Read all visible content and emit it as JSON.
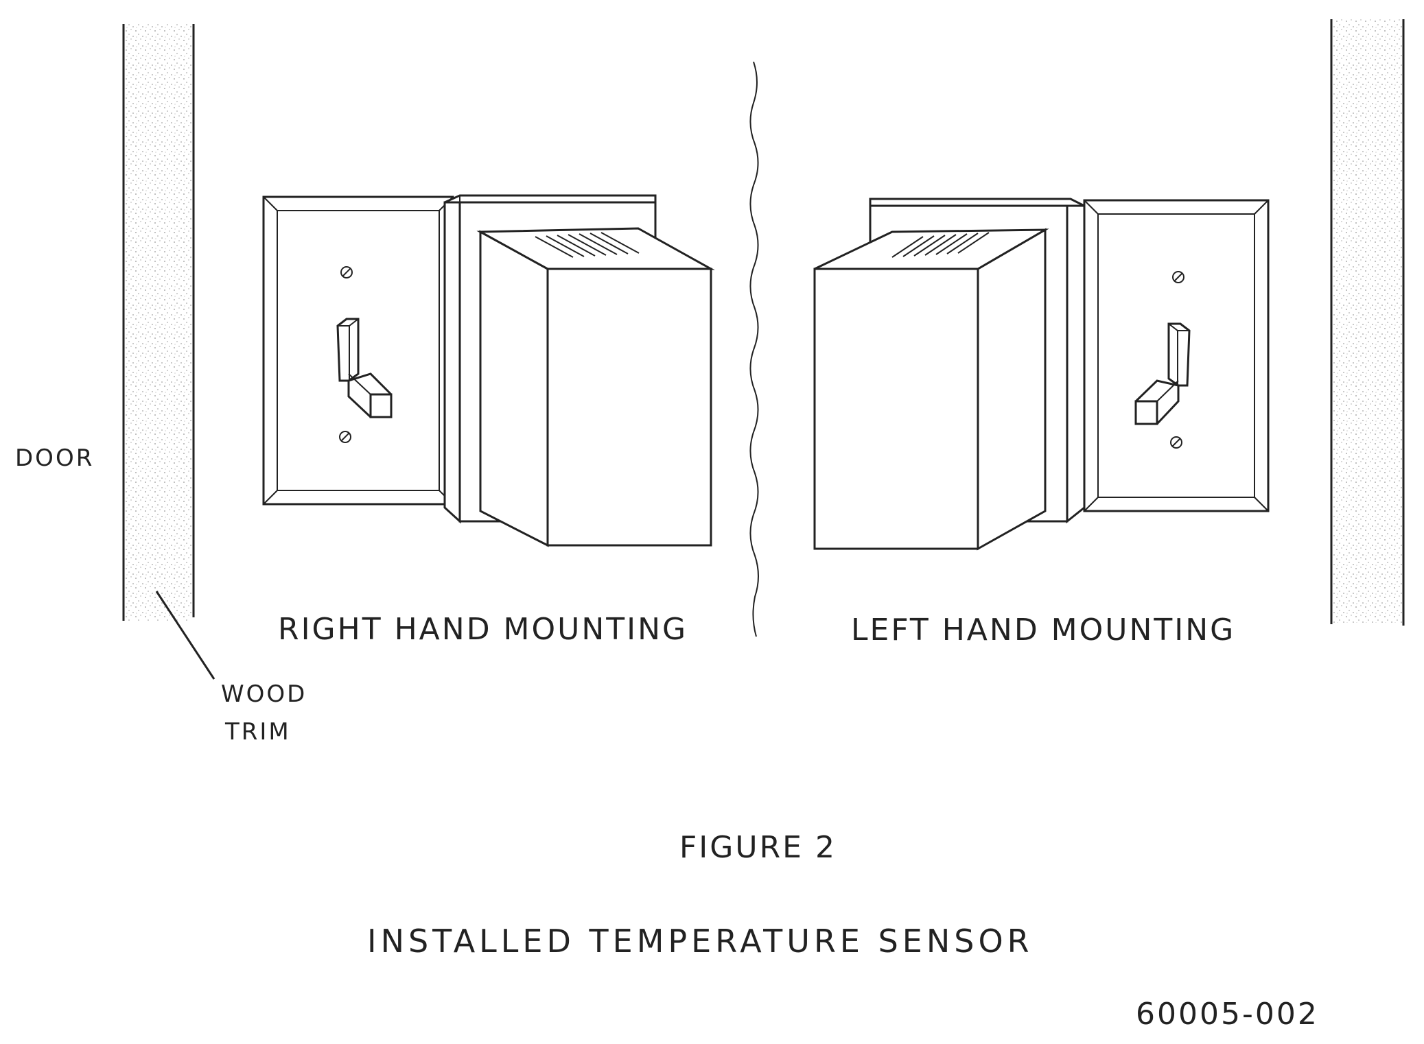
{
  "labels": {
    "door": "DOOR",
    "wood_trim_line1": "WOOD",
    "wood_trim_line2": "TRIM",
    "right_hand": "RIGHT HAND MOUNTING",
    "left_hand": "LEFT HAND MOUNTING",
    "figure": "FIGURE 2",
    "caption": "INSTALLED TEMPERATURE SENSOR",
    "doc_number": "60005-002"
  },
  "colors": {
    "ink": "#222222",
    "paper": "#ffffff"
  }
}
